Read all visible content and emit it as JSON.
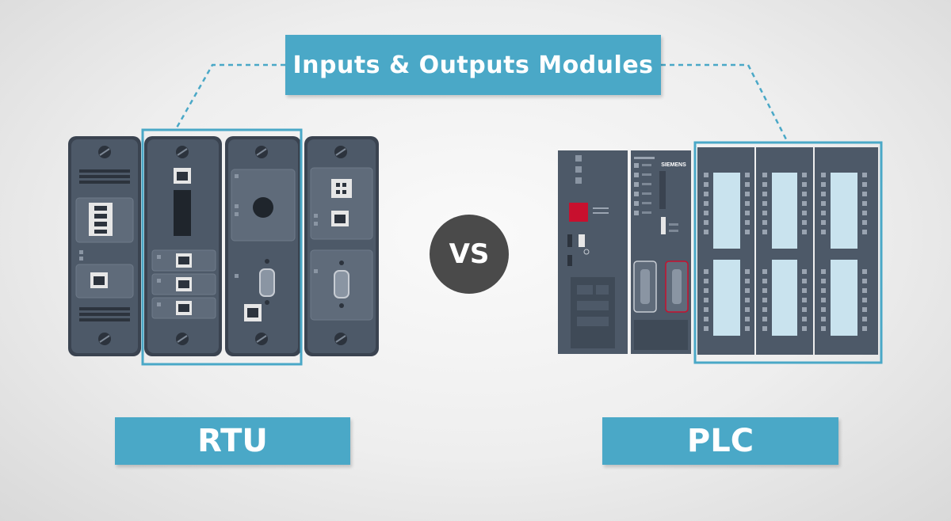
{
  "title": "Inputs & Outputs Modules",
  "vs_label": "VS",
  "left_label": "RTU",
  "right_label": "PLC",
  "plc_brand": "SIEMENS",
  "colors": {
    "accent": "#4aa8c7",
    "device_body": "#4d5968",
    "device_panel": "#5f6b7a",
    "vs_circle": "#4a4a4a",
    "indicator": "#c8102e"
  }
}
